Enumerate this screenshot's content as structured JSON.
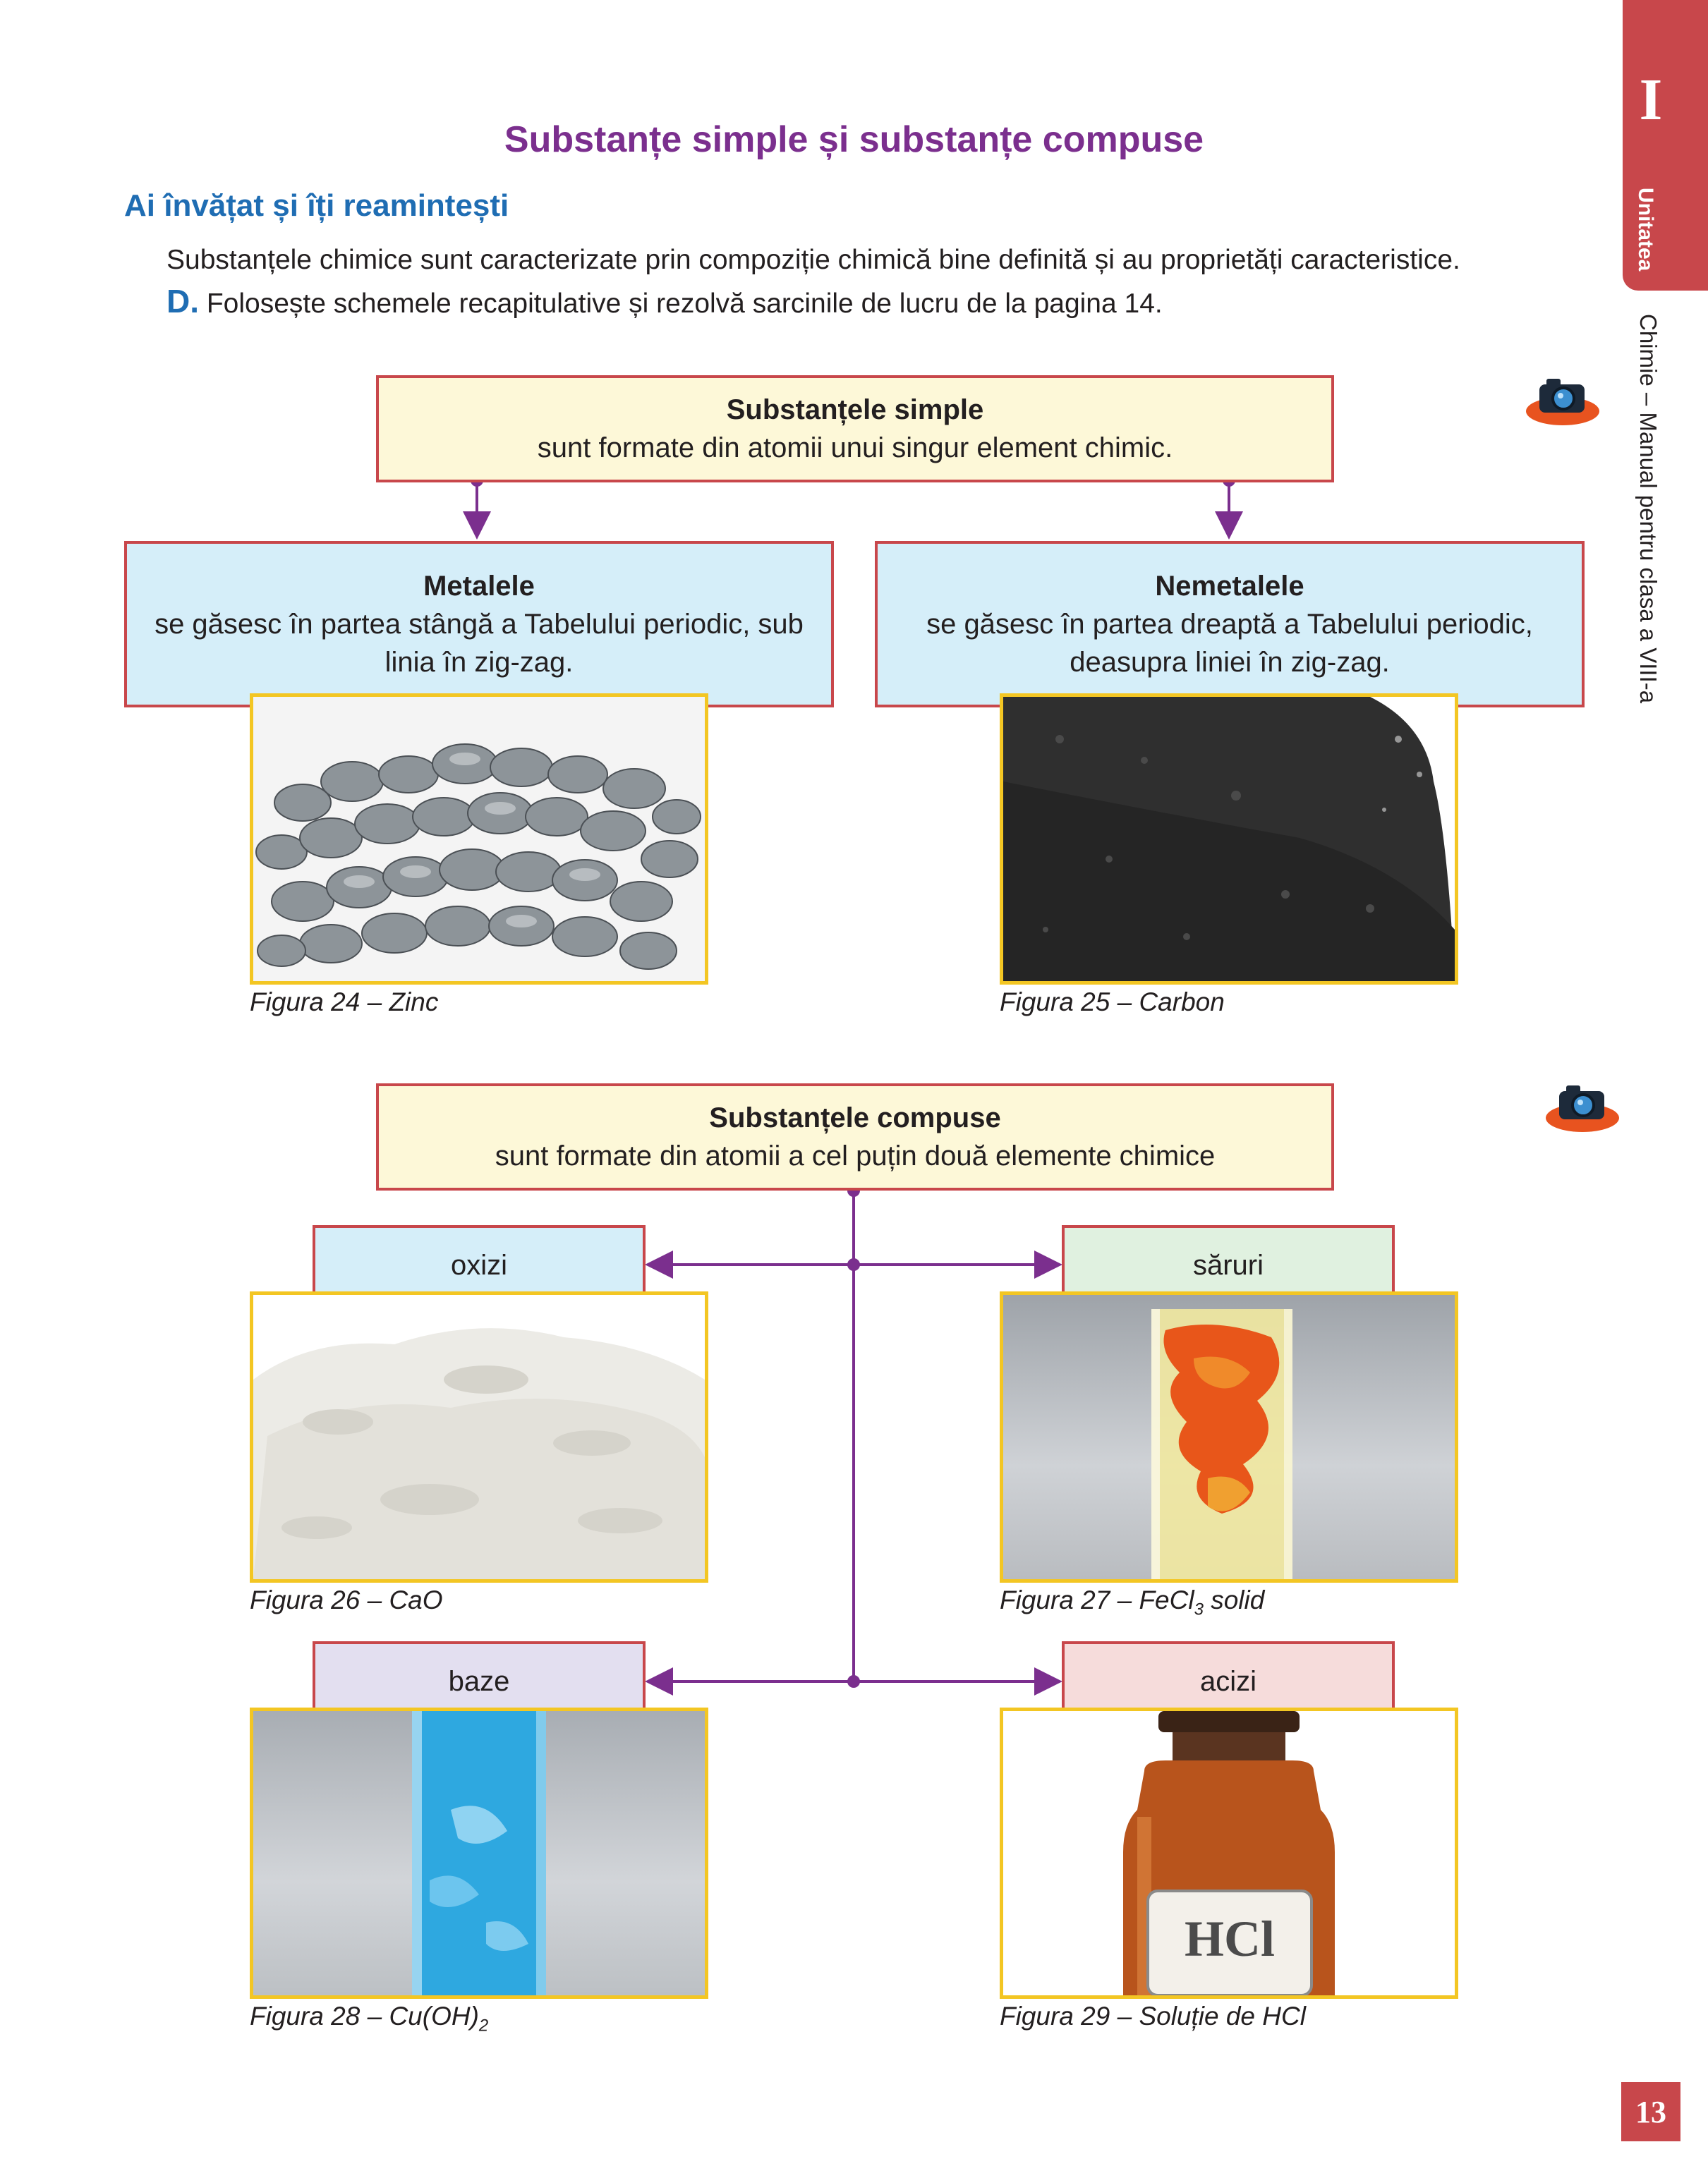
{
  "side": {
    "unit_number": "I",
    "unit_label": "Unitatea",
    "book_title": "Chimie – Manual pentru clasa a VIII-a",
    "page_number": "13"
  },
  "heading": "Substanțe simple și substanțe compuse",
  "section": {
    "heading": "Ai învățat și îți reamintești",
    "intro": "Substanțele chimice sunt caracterizate prin compoziție chimică bine definită și au proprietăți caracteristice.",
    "task_letter": "D.",
    "task_text": "Folosește schemele recapitulative și rezolvă sarcinile de lucru de la pagina 14."
  },
  "simple": {
    "title": "Substanțele simple",
    "text": "sunt formate din atomii unui singur element chimic.",
    "metals": {
      "title": "Metalele",
      "text": "se găsesc în partea stângă a Tabelului periodic, sub linia în zig-zag."
    },
    "nonmetals": {
      "title": "Nemetalele",
      "text": "se găsesc în partea dreaptă a Tabelului periodic, deasupra liniei în zig-zag."
    },
    "fig24": "Figura 24 – Zinc",
    "fig25": "Figura 25 – Carbon"
  },
  "compound": {
    "title": "Substanțele compuse",
    "text": "sunt formate din atomii a cel puțin două elemente chimice",
    "oxides": "oxizi",
    "salts": "săruri",
    "bases": "baze",
    "acids": "acizi",
    "fig26": "Figura 26 – CaO",
    "fig27_a": "Figura 27 – FeCl",
    "fig27_sub": "3",
    "fig27_b": " solid",
    "fig28_a": "Figura 28 – Cu(OH)",
    "fig28_sub": "2",
    "fig29": "Figura 29 – Soluție de HCl",
    "bottle_label": "HCl"
  },
  "colors": {
    "accent_red": "#c8474b",
    "heading_purple": "#7b2f8e",
    "section_blue": "#1f6db3",
    "connector_purple": "#7b2f8e",
    "image_border": "#f3c623"
  },
  "icons": [
    "camera-icon",
    "camera-icon"
  ]
}
